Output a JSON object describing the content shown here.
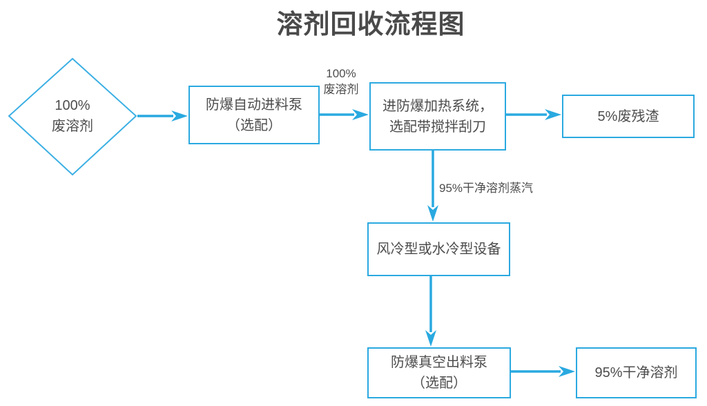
{
  "title": "溶剂回收流程图",
  "colors": {
    "accent_blue": "#29a9e0",
    "node_text_gray": "#4d4d4d",
    "title_gray": "#4a4a4a",
    "background": "#ffffff"
  },
  "flowchart": {
    "nodes": {
      "waste_solvent": {
        "shape": "diamond",
        "label": "100%\n废溶剂"
      },
      "feed_pump": {
        "shape": "rect",
        "label": "防爆自动进料泵\n（选配）"
      },
      "heating_system": {
        "shape": "rect",
        "label": "进防爆加热系统，\n选配带搅拌刮刀"
      },
      "waste_residue": {
        "shape": "rect",
        "label": "5%废残渣"
      },
      "cooling_device": {
        "shape": "rect",
        "label": "风冷型或水冷型设备"
      },
      "discharge_pump": {
        "shape": "rect",
        "label": "防爆真空出料泵\n（选配）"
      },
      "clean_solvent": {
        "shape": "rect",
        "label": "95%干净溶剂"
      }
    },
    "edge_labels": {
      "pump_to_heating": "100%\n废溶剂",
      "heating_to_cooling": "95%干净溶剂蒸汽"
    }
  }
}
